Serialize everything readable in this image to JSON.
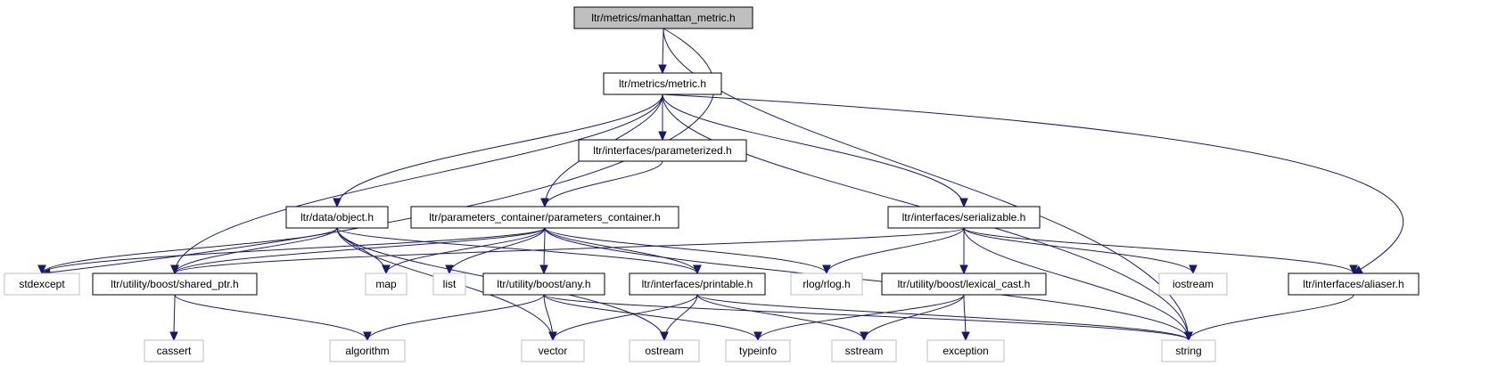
{
  "colors": {
    "edge": "#191970",
    "root_fill": "#bfbfbf",
    "root_border": "#000000",
    "local_fill": "#ffffff",
    "local_border": "#000000",
    "external_border": "#bfbfbf"
  },
  "nodes": [
    {
      "id": "manhattan",
      "label": "ltr/metrics/manhattan_metric.h",
      "kind": "root"
    },
    {
      "id": "metric",
      "label": "ltr/metrics/metric.h",
      "kind": "local"
    },
    {
      "id": "parameterized",
      "label": "ltr/interfaces/parameterized.h",
      "kind": "local"
    },
    {
      "id": "object",
      "label": "ltr/data/object.h",
      "kind": "local"
    },
    {
      "id": "params_container",
      "label": "ltr/parameters_container/parameters_container.h",
      "kind": "local"
    },
    {
      "id": "serializable",
      "label": "ltr/interfaces/serializable.h",
      "kind": "local"
    },
    {
      "id": "stdexcept",
      "label": "stdexcept",
      "kind": "external"
    },
    {
      "id": "shared_ptr",
      "label": "ltr/utility/boost/shared_ptr.h",
      "kind": "local"
    },
    {
      "id": "map",
      "label": "map",
      "kind": "external"
    },
    {
      "id": "list",
      "label": "list",
      "kind": "external"
    },
    {
      "id": "any",
      "label": "ltr/utility/boost/any.h",
      "kind": "local"
    },
    {
      "id": "printable",
      "label": "ltr/interfaces/printable.h",
      "kind": "local"
    },
    {
      "id": "rlog",
      "label": "rlog/rlog.h",
      "kind": "external"
    },
    {
      "id": "lexical_cast",
      "label": "ltr/utility/boost/lexical_cast.h",
      "kind": "local"
    },
    {
      "id": "iostream",
      "label": "iostream",
      "kind": "external"
    },
    {
      "id": "aliaser",
      "label": "ltr/interfaces/aliaser.h",
      "kind": "local"
    },
    {
      "id": "cassert",
      "label": "cassert",
      "kind": "external"
    },
    {
      "id": "algorithm",
      "label": "algorithm",
      "kind": "external"
    },
    {
      "id": "vector",
      "label": "vector",
      "kind": "external"
    },
    {
      "id": "ostream",
      "label": "ostream",
      "kind": "external"
    },
    {
      "id": "typeinfo",
      "label": "typeinfo",
      "kind": "external"
    },
    {
      "id": "sstream",
      "label": "sstream",
      "kind": "external"
    },
    {
      "id": "exception",
      "label": "exception",
      "kind": "external"
    },
    {
      "id": "string",
      "label": "string",
      "kind": "external"
    }
  ],
  "edges": [
    [
      "manhattan",
      "metric"
    ],
    [
      "manhattan",
      "stdexcept"
    ],
    [
      "manhattan",
      "string"
    ],
    [
      "metric",
      "parameterized"
    ],
    [
      "metric",
      "object"
    ],
    [
      "metric",
      "params_container"
    ],
    [
      "metric",
      "serializable"
    ],
    [
      "metric",
      "shared_ptr"
    ],
    [
      "metric",
      "aliaser"
    ],
    [
      "metric",
      "string"
    ],
    [
      "parameterized",
      "params_container"
    ],
    [
      "object",
      "stdexcept"
    ],
    [
      "object",
      "shared_ptr"
    ],
    [
      "object",
      "map"
    ],
    [
      "object",
      "printable"
    ],
    [
      "object",
      "vector"
    ],
    [
      "object",
      "ostream"
    ],
    [
      "params_container",
      "stdexcept"
    ],
    [
      "params_container",
      "shared_ptr"
    ],
    [
      "params_container",
      "map"
    ],
    [
      "params_container",
      "list"
    ],
    [
      "params_container",
      "any"
    ],
    [
      "params_container",
      "printable"
    ],
    [
      "params_container",
      "rlog"
    ],
    [
      "params_container",
      "string"
    ],
    [
      "serializable",
      "shared_ptr"
    ],
    [
      "serializable",
      "rlog"
    ],
    [
      "serializable",
      "lexical_cast"
    ],
    [
      "serializable",
      "iostream"
    ],
    [
      "serializable",
      "aliaser"
    ],
    [
      "serializable",
      "string"
    ],
    [
      "shared_ptr",
      "cassert"
    ],
    [
      "shared_ptr",
      "algorithm"
    ],
    [
      "any",
      "algorithm"
    ],
    [
      "any",
      "vector"
    ],
    [
      "any",
      "typeinfo"
    ],
    [
      "any",
      "string"
    ],
    [
      "printable",
      "vector"
    ],
    [
      "printable",
      "ostream"
    ],
    [
      "printable",
      "sstream"
    ],
    [
      "printable",
      "string"
    ],
    [
      "lexical_cast",
      "typeinfo"
    ],
    [
      "lexical_cast",
      "sstream"
    ],
    [
      "lexical_cast",
      "exception"
    ],
    [
      "aliaser",
      "string"
    ]
  ]
}
